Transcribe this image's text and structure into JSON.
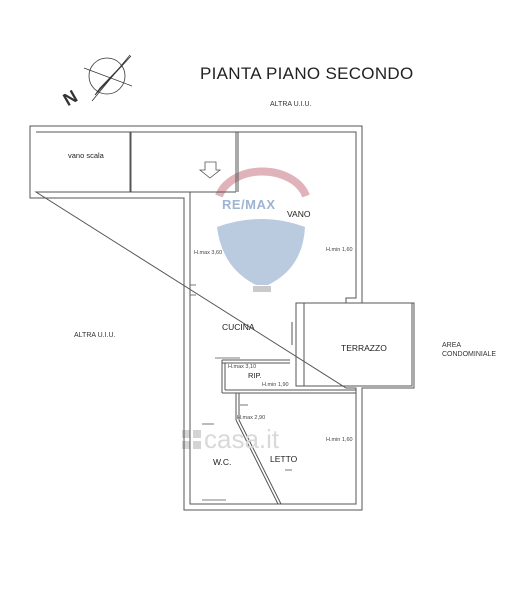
{
  "title": "PIANTA PIANO SECONDO",
  "north_letter": "N",
  "labels": {
    "altra_top": "ALTRA U.I.U.",
    "altra_left": "ALTRA U.I.U.",
    "area": "AREA",
    "condominiale": "CONDOMINIALE",
    "vano_scala": "vano scala",
    "vano": "VANO",
    "cucina": "CUCINA",
    "terrazzo": "TERRAZZO",
    "rip": "RIP.",
    "wc": "W.C.",
    "letto": "LETTO"
  },
  "heights": {
    "hmax_360": "H.max 3,60",
    "hmin_160_upper": "H.min 1,60",
    "hmax_310": "H.max 3,10",
    "hmin_190": "H.min 1,90",
    "hmax_290": "H.max 2,90",
    "hmin_160_lower": "H.min 1,60"
  },
  "watermarks": {
    "remax": "RE/MAX",
    "casa": "casa.it"
  },
  "colors": {
    "wall": "#555555",
    "wall_fill": "#f2f2f2",
    "line": "#444444",
    "remax_red": "#d9a0a8",
    "remax_blue": "#a9bfd8",
    "watermark_grey": "#d4d4d4"
  }
}
